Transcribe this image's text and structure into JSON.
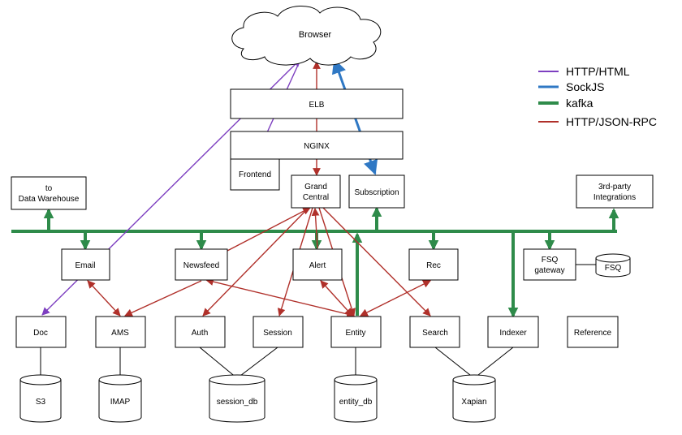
{
  "colors": {
    "http_html": "#7d3fc0",
    "sockjs": "#2f78c4",
    "kafka": "#2e8b4a",
    "http_json_rpc": "#b0302a",
    "line": "#000000"
  },
  "legend": [
    {
      "label": "HTTP/HTML",
      "color_key": "http_html"
    },
    {
      "label": "SockJS",
      "color_key": "sockjs"
    },
    {
      "label": "kafka",
      "color_key": "kafka"
    },
    {
      "label": "HTTP/JSON-RPC",
      "color_key": "http_json_rpc"
    }
  ],
  "nodes": {
    "browser": "Browser",
    "elb": "ELB",
    "nginx": "NGINX",
    "frontend": "Frontend",
    "grand_central": [
      "Grand",
      "Central"
    ],
    "subscription": "Subscription",
    "to_dw": [
      "to",
      "Data Warehouse"
    ],
    "third_party": [
      "3rd-party",
      "Integrations"
    ],
    "email": "Email",
    "newsfeed": "Newsfeed",
    "alert": "Alert",
    "rec": "Rec",
    "fsq_gateway": [
      "FSQ",
      "gateway"
    ],
    "fsq": "FSQ",
    "doc": "Doc",
    "ams": "AMS",
    "auth": "Auth",
    "session": "Session",
    "entity": "Entity",
    "search": "Search",
    "indexer": "Indexer",
    "reference": "Reference",
    "s3": "S3",
    "imap": "IMAP",
    "session_db": "session_db",
    "entity_db": "entity_db",
    "xapian": "Xapian"
  }
}
